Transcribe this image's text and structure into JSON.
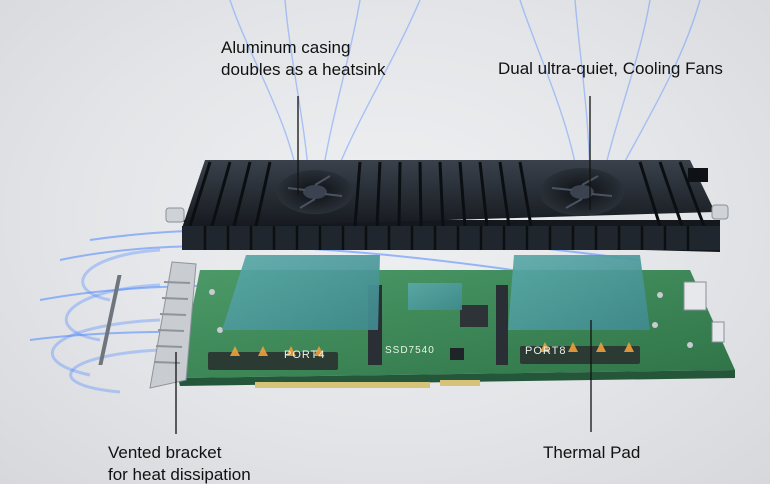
{
  "callouts": {
    "casing": {
      "lines": [
        "Aluminum casing",
        "doubles as a heatsink"
      ]
    },
    "fans": {
      "text": "Dual ultra-quiet, Cooling Fans"
    },
    "vented": {
      "lines": [
        "Vented bracket",
        "for heat dissipation"
      ]
    },
    "pad": {
      "text": "Thermal Pad"
    }
  },
  "board": {
    "port_labels": [
      "PORT4",
      "PORT8"
    ],
    "model": "SSD7540"
  },
  "colors": {
    "heatsink": "#1f242b",
    "pcb": "#3f8a5c",
    "thermal_pad": "#4f9a9c",
    "airflow": "#3a7bff",
    "callout_line": "#111111"
  }
}
